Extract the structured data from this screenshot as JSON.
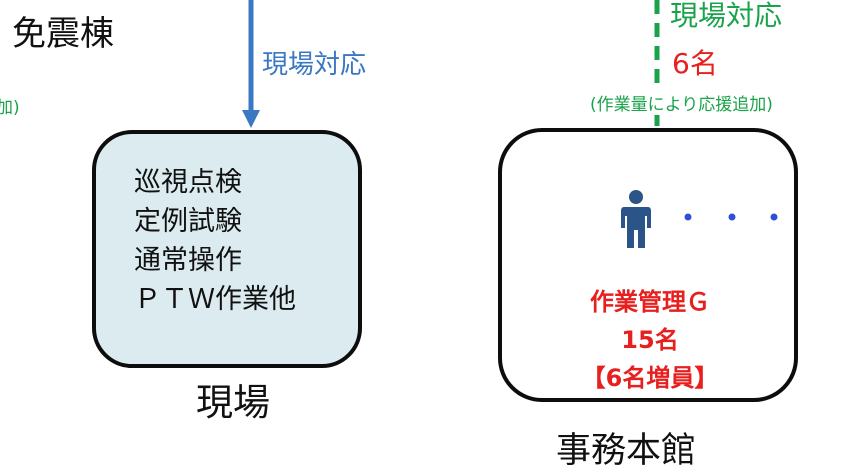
{
  "left": {
    "building": "免震棟",
    "note_partial": "加)"
  },
  "arrow": {
    "label": "現場対応"
  },
  "site": {
    "tasks": [
      "巡視点検",
      "定例試験",
      "通常操作",
      "ＰＴＷ作業他"
    ],
    "name": "現場"
  },
  "right": {
    "label": "現場対応",
    "count": "6名",
    "note": "(作業量により応援追加)"
  },
  "office": {
    "team_name": "作業管理Ｇ",
    "team_count": "15名",
    "team_note": "【6名増員】",
    "name": "事務本館"
  },
  "colors": {
    "blue_arrow": "#3a78c3",
    "green": "#1aa34a",
    "red": "#e81f1f",
    "box_fill": "#dcebf0",
    "person": "#2b5488"
  }
}
